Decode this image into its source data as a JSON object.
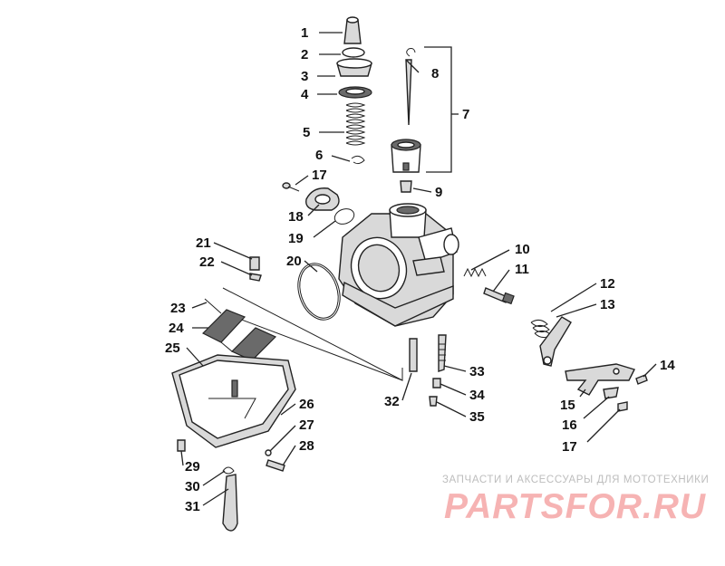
{
  "diagram": {
    "callouts": [
      "1",
      "2",
      "3",
      "4",
      "5",
      "6",
      "7",
      "8",
      "9",
      "10",
      "11",
      "12",
      "13",
      "14",
      "15",
      "16",
      "17",
      "18",
      "19",
      "20",
      "21",
      "22",
      "23",
      "24",
      "25",
      "26",
      "27",
      "28",
      "29",
      "30",
      "31",
      "32",
      "33",
      "34",
      "35"
    ],
    "duplicate_17": "17"
  },
  "watermark": {
    "caption": "ЗАПЧАСТИ И АКСЕССУАРЫ ДЛЯ МОТОТЕХНИКИ",
    "logo": "PARTSFOR.RU",
    "logo_color": "#f6b3b3",
    "caption_color": "#bdbdbd"
  }
}
